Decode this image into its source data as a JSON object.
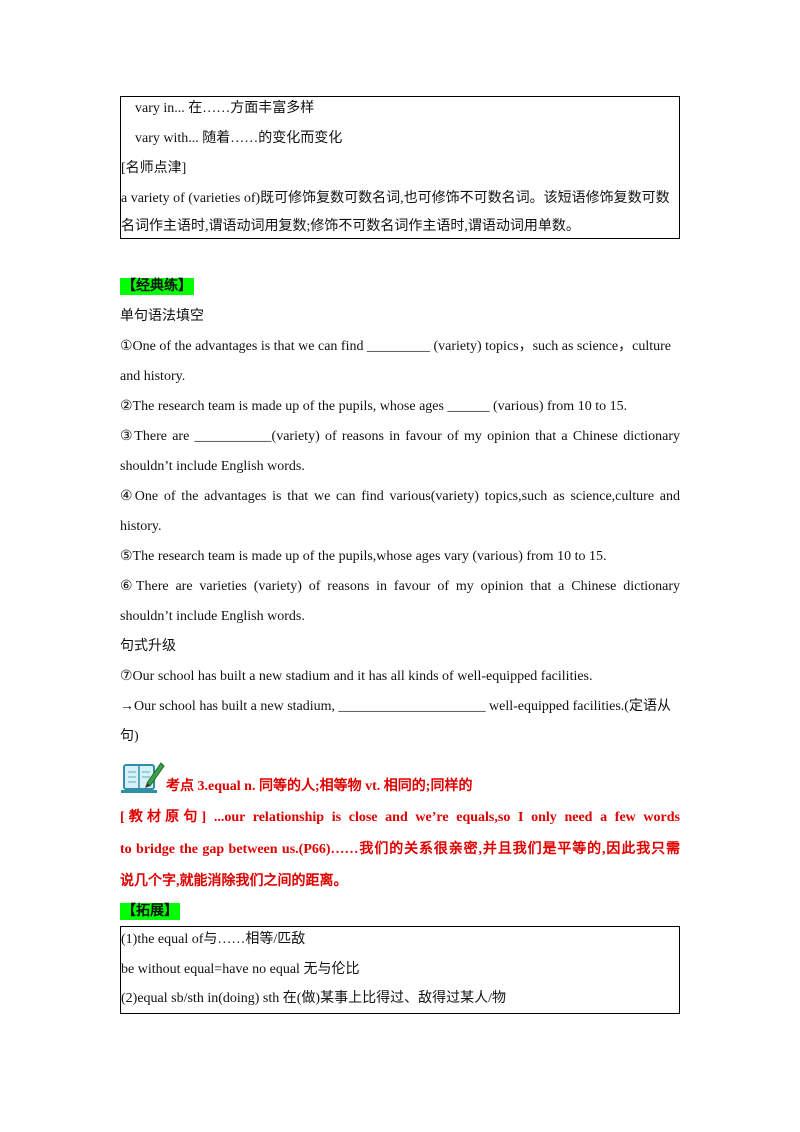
{
  "box1": {
    "l1": "vary in...      在……方面丰富多样",
    "l2": "vary with...   随着……的变化而变化",
    "l3": "[名师点津]",
    "l4": "a variety of (varieties of)既可修饰复数可数名词,也可修饰不可数名词。该短语修饰复数可数",
    "l5": "名词作主语时,谓语动词用复数;修饰不可数名词作主语时,谓语动词用单数。"
  },
  "practice": {
    "heading": "【经典练】",
    "sub1": "单句语法填空",
    "q1a": "①One of the advantages is that we can find _________ (variety) topics，such as science，culture",
    "q1b": "and history.",
    "q2": "②The research team is made up of the pupils, whose ages ______ (various) from 10 to 15.",
    "q3a": "③There are ___________(variety) of reasons in favour of my opinion that a Chinese dictionary",
    "q3b": "shouldn’t include English words.",
    "q4a": "④One of the advantages is that we can find various(variety) topics,such as science,culture and",
    "q4b": "history.",
    "q5": "⑤The research team is made up of the pupils,whose ages vary (various) from 10 to 15.",
    "q6a": "⑥There are varieties (variety) of reasons in favour of my opinion that a Chinese dictionary",
    "q6b": "shouldn’t include English words.",
    "sub2": "句式升级",
    "q7": "⑦Our school has built a new stadium and it has all kinds of well-equipped facilities.",
    "q7a": "→Our school has built a new stadium, _____________________ well-equipped facilities.(定语从",
    "q7b": "句)"
  },
  "point3": {
    "title": "考点 3.equal  n.  同等的人;相等物    vt.  相同的;同样的",
    "orig_a": "[教材原句]  ...our relationship is close and we’re equals,so I only need a few words",
    "orig_b": "to bridge the gap between us.(P66)……我们的关系很亲密,并且我们是平等的,因此我只需",
    "orig_c": "说几个字,就能消除我们之间的距离。",
    "ext_heading": "【拓展】"
  },
  "box2": {
    "l1": "(1)the  equal  of与……相等/匹敌",
    "l2": "be  without  equal=have  no  equal 无与伦比",
    "l3": "(2)equal  sb/sth  in(doing)  sth 在(做)某事上比得过、敌得过某人/物"
  }
}
